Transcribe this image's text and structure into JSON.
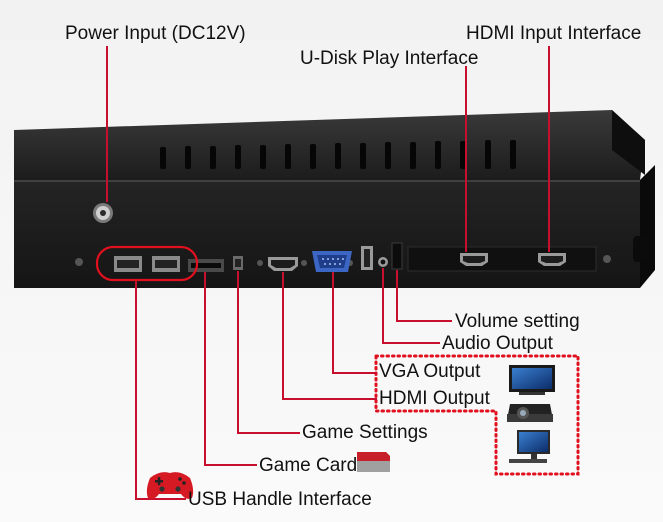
{
  "labels": {
    "power_input": "Power Input (DC12V)",
    "hdmi_input": "HDMI Input Interface",
    "udisk": "U-Disk Play Interface",
    "volume": "Volume setting",
    "audio_output": "Audio Output",
    "vga_output": "VGA Output",
    "hdmi_output": "HDMI Output",
    "game_settings": "Game Settings",
    "game_card": "Game Card",
    "usb_handle": "USB Handle Interface"
  },
  "colors": {
    "leader_line": "#c8102e",
    "highlight": "#e0101e",
    "device_body": "#1b1b1b",
    "label_text": "#111111"
  },
  "icons": [
    "tv-icon",
    "projector-icon",
    "monitor-icon",
    "sd-card-icon",
    "gamepad-icon"
  ]
}
